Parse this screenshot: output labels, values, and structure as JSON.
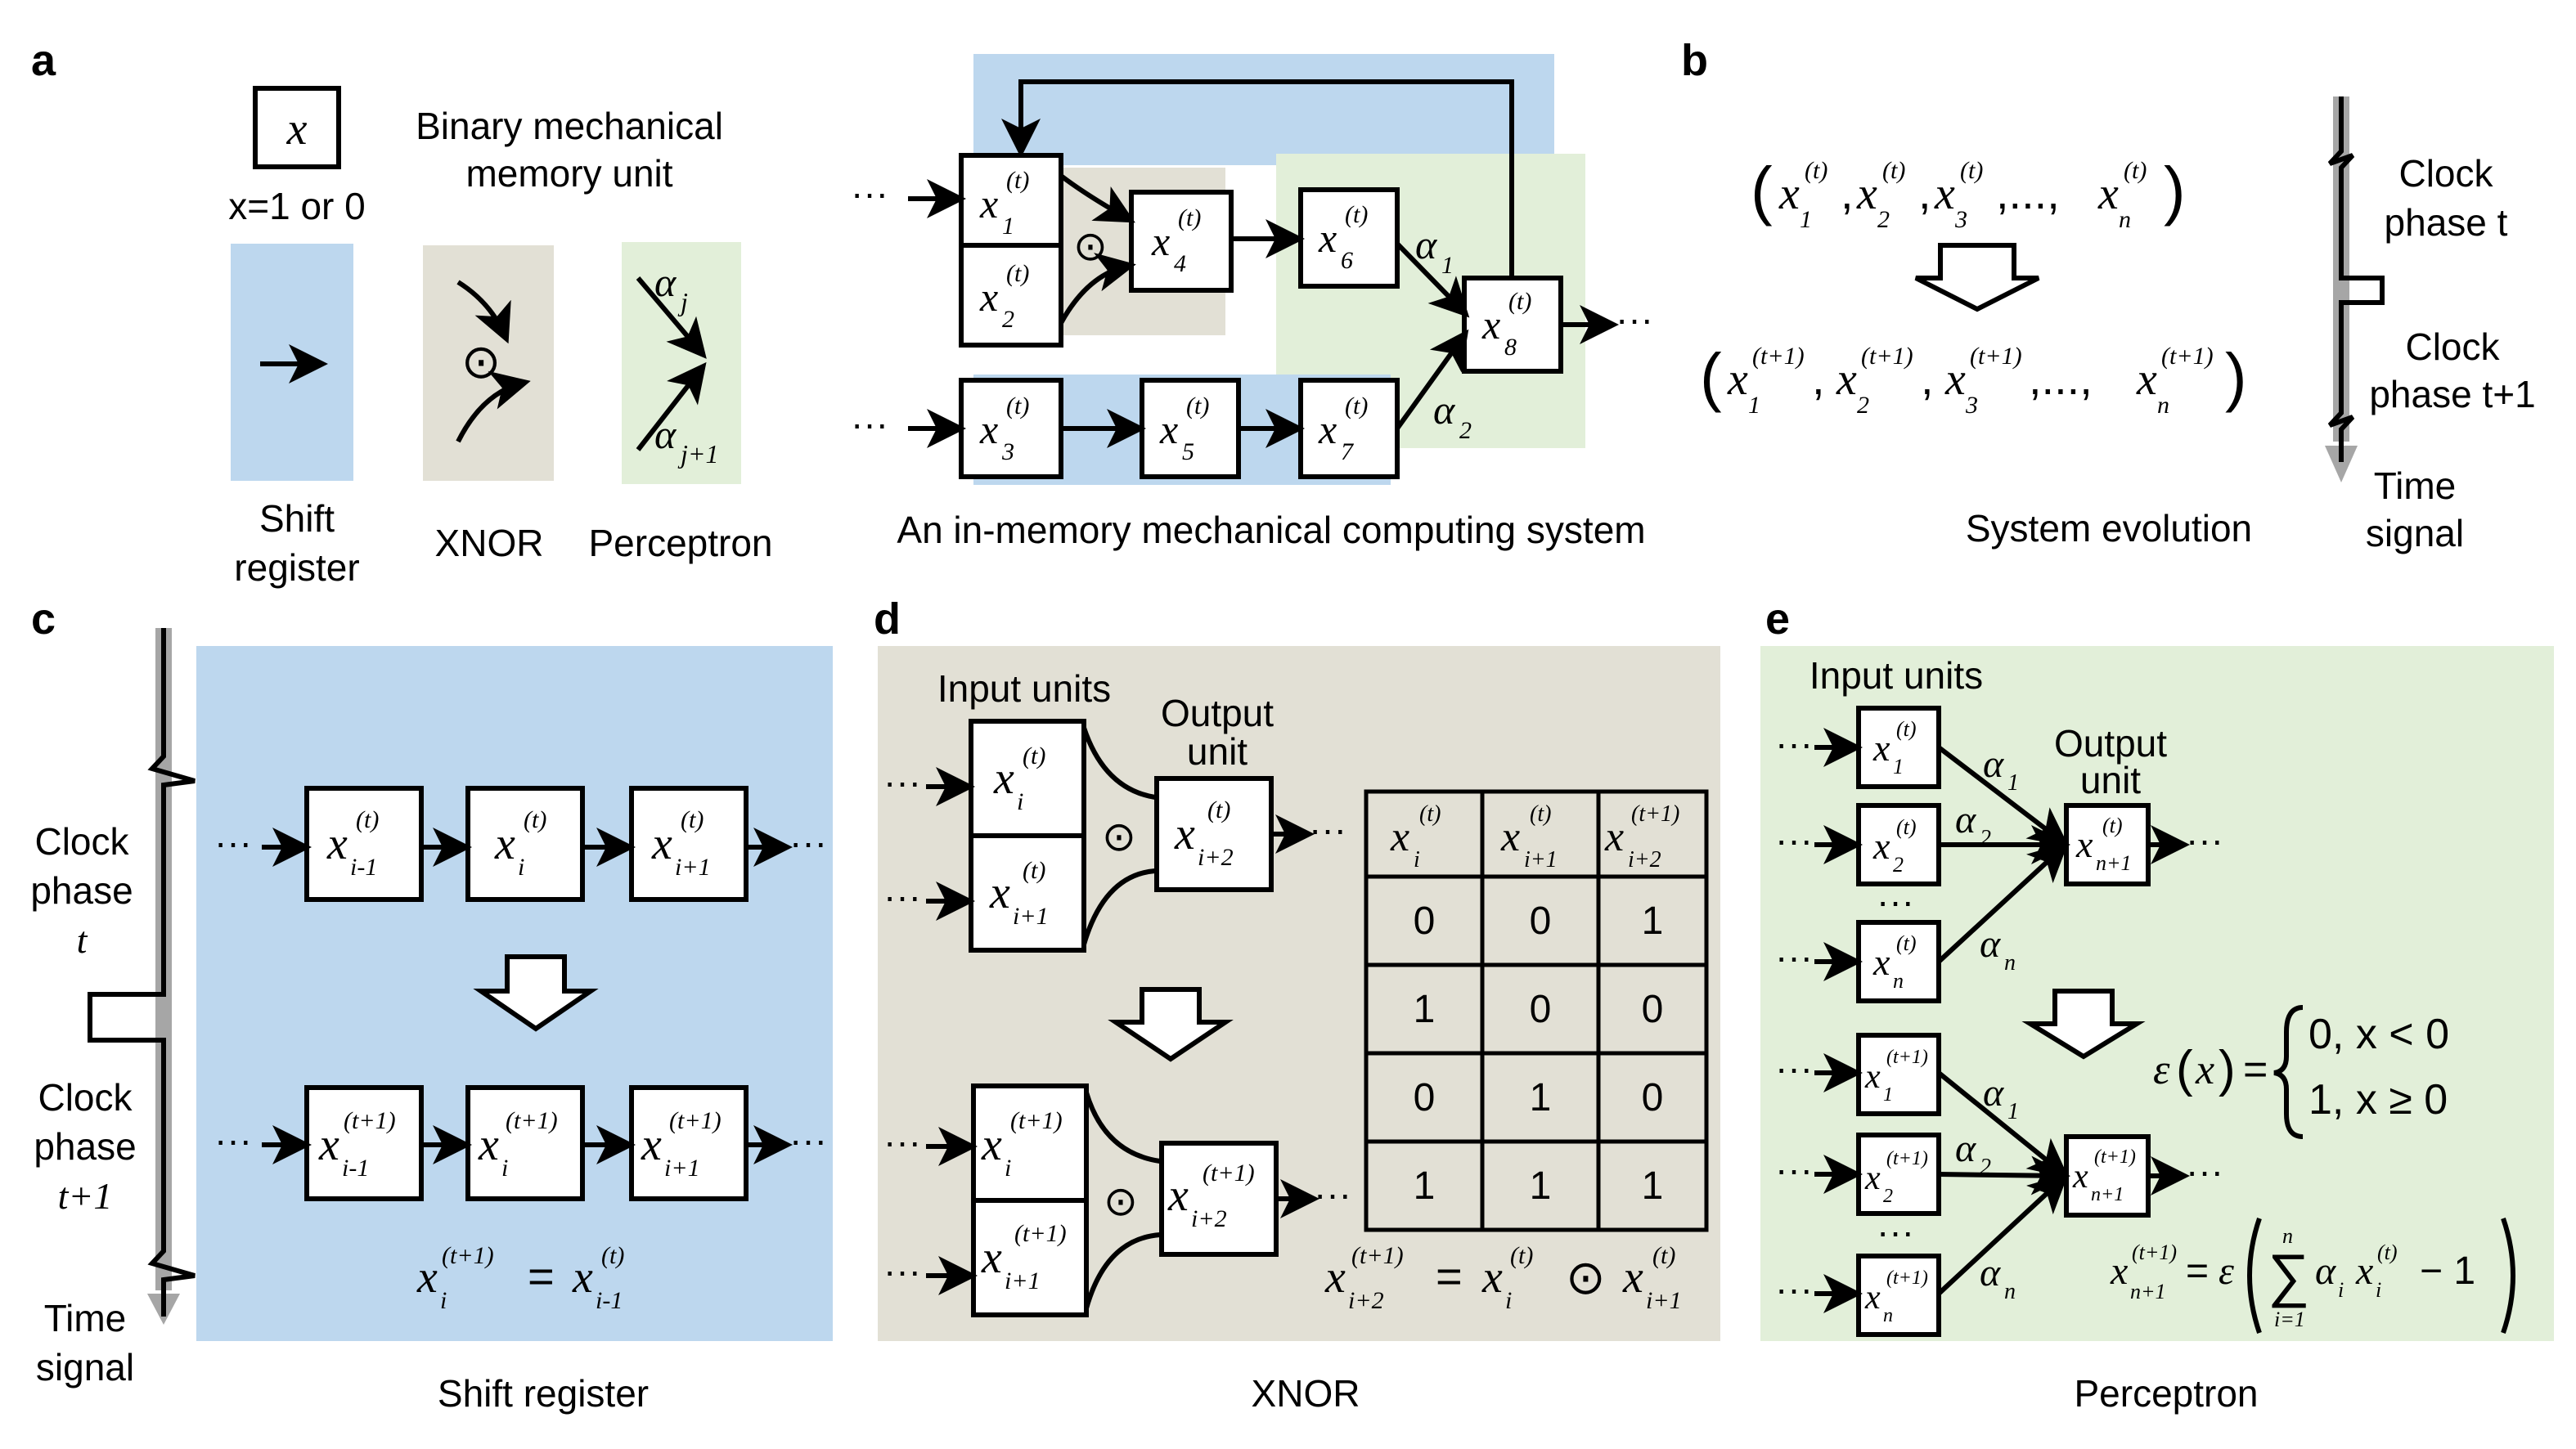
{
  "panels": {
    "a": "a",
    "b": "b",
    "c": "c",
    "d": "d",
    "e": "e"
  },
  "colors": {
    "shift": "#bdd7ee",
    "xnor": "#e2e0d5",
    "perceptron": "#e2efd9",
    "clock": "#a6a6a6"
  },
  "panel_a": {
    "unit_symbol": "x",
    "unit_caption": "x=1 or 0",
    "memory_label_1": "Binary mechanical",
    "memory_label_2": "memory unit",
    "legend_shift_1": "Shift",
    "legend_shift_2": "register",
    "legend_xnor": "XNOR",
    "legend_perceptron": "Perceptron",
    "alpha_j": "α",
    "sub_j": "j",
    "sub_j1": "j+1",
    "system_title": "An in-memory mechanical computing system",
    "nodes": [
      "1",
      "2",
      "3",
      "4",
      "5",
      "6",
      "7",
      "8"
    ],
    "sup_t": "(t)",
    "alpha_1": "α",
    "alpha_2": "α",
    "sub_1": "1",
    "sub_2": "2",
    "ellipsis": "···",
    "odot": "⊙"
  },
  "panel_b": {
    "clock_phase_t_1": "Clock",
    "clock_phase_t_2": "phase t",
    "clock_phase_t1_1": "Clock",
    "clock_phase_t1_2": "phase t+1",
    "time_signal_1": "Time",
    "time_signal_2": "signal",
    "caption": "System evolution"
  },
  "panel_c": {
    "clock_t_1": "Clock",
    "clock_t_2": "phase",
    "clock_t_3": "t",
    "clock_t1_1": "Clock",
    "clock_t1_2": "phase",
    "clock_t1_3": "t+1",
    "time_1": "Time",
    "time_2": "signal",
    "caption": "Shift register"
  },
  "panel_d": {
    "input_units": "Input units",
    "output_1": "Output",
    "output_2": "unit",
    "table_rows": [
      [
        "0",
        "0",
        "1"
      ],
      [
        "1",
        "0",
        "0"
      ],
      [
        "0",
        "1",
        "0"
      ],
      [
        "1",
        "1",
        "1"
      ]
    ],
    "caption": "XNOR"
  },
  "panel_e": {
    "input_units": "Input units",
    "output_1": "Output",
    "output_2": "unit",
    "eps_0": "0, x < 0",
    "eps_1": "1, x ≥ 0",
    "caption": "Perceptron"
  }
}
